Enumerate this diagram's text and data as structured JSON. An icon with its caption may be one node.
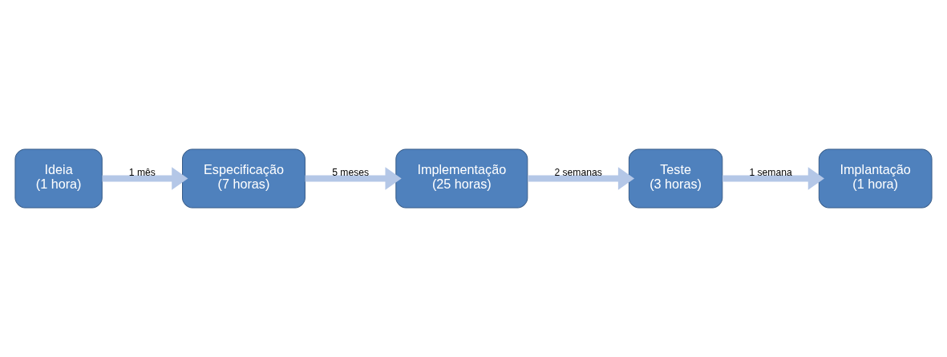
{
  "diagram": {
    "nodes": [
      {
        "text": [
          "Ideia",
          "(1 hora)"
        ]
      },
      {
        "text": [
          "Especificação",
          "(7 horas)"
        ]
      },
      {
        "text": [
          "Implementação",
          "(25 horas)"
        ]
      },
      {
        "text": [
          "Teste",
          "(3 horas)"
        ]
      },
      {
        "text": [
          "Implantação",
          "(1 hora)"
        ]
      }
    ],
    "edges": [
      {
        "from": 0,
        "to": 1,
        "arrow": "to",
        "label": "1 mês"
      },
      {
        "from": 1,
        "to": 2,
        "arrow": "to",
        "label": "5 meses"
      },
      {
        "from": 2,
        "to": 3,
        "arrow": "to",
        "label": "2 semanas"
      },
      {
        "from": 3,
        "to": 4,
        "arrow": "to",
        "label": "1 semana"
      }
    ]
  }
}
